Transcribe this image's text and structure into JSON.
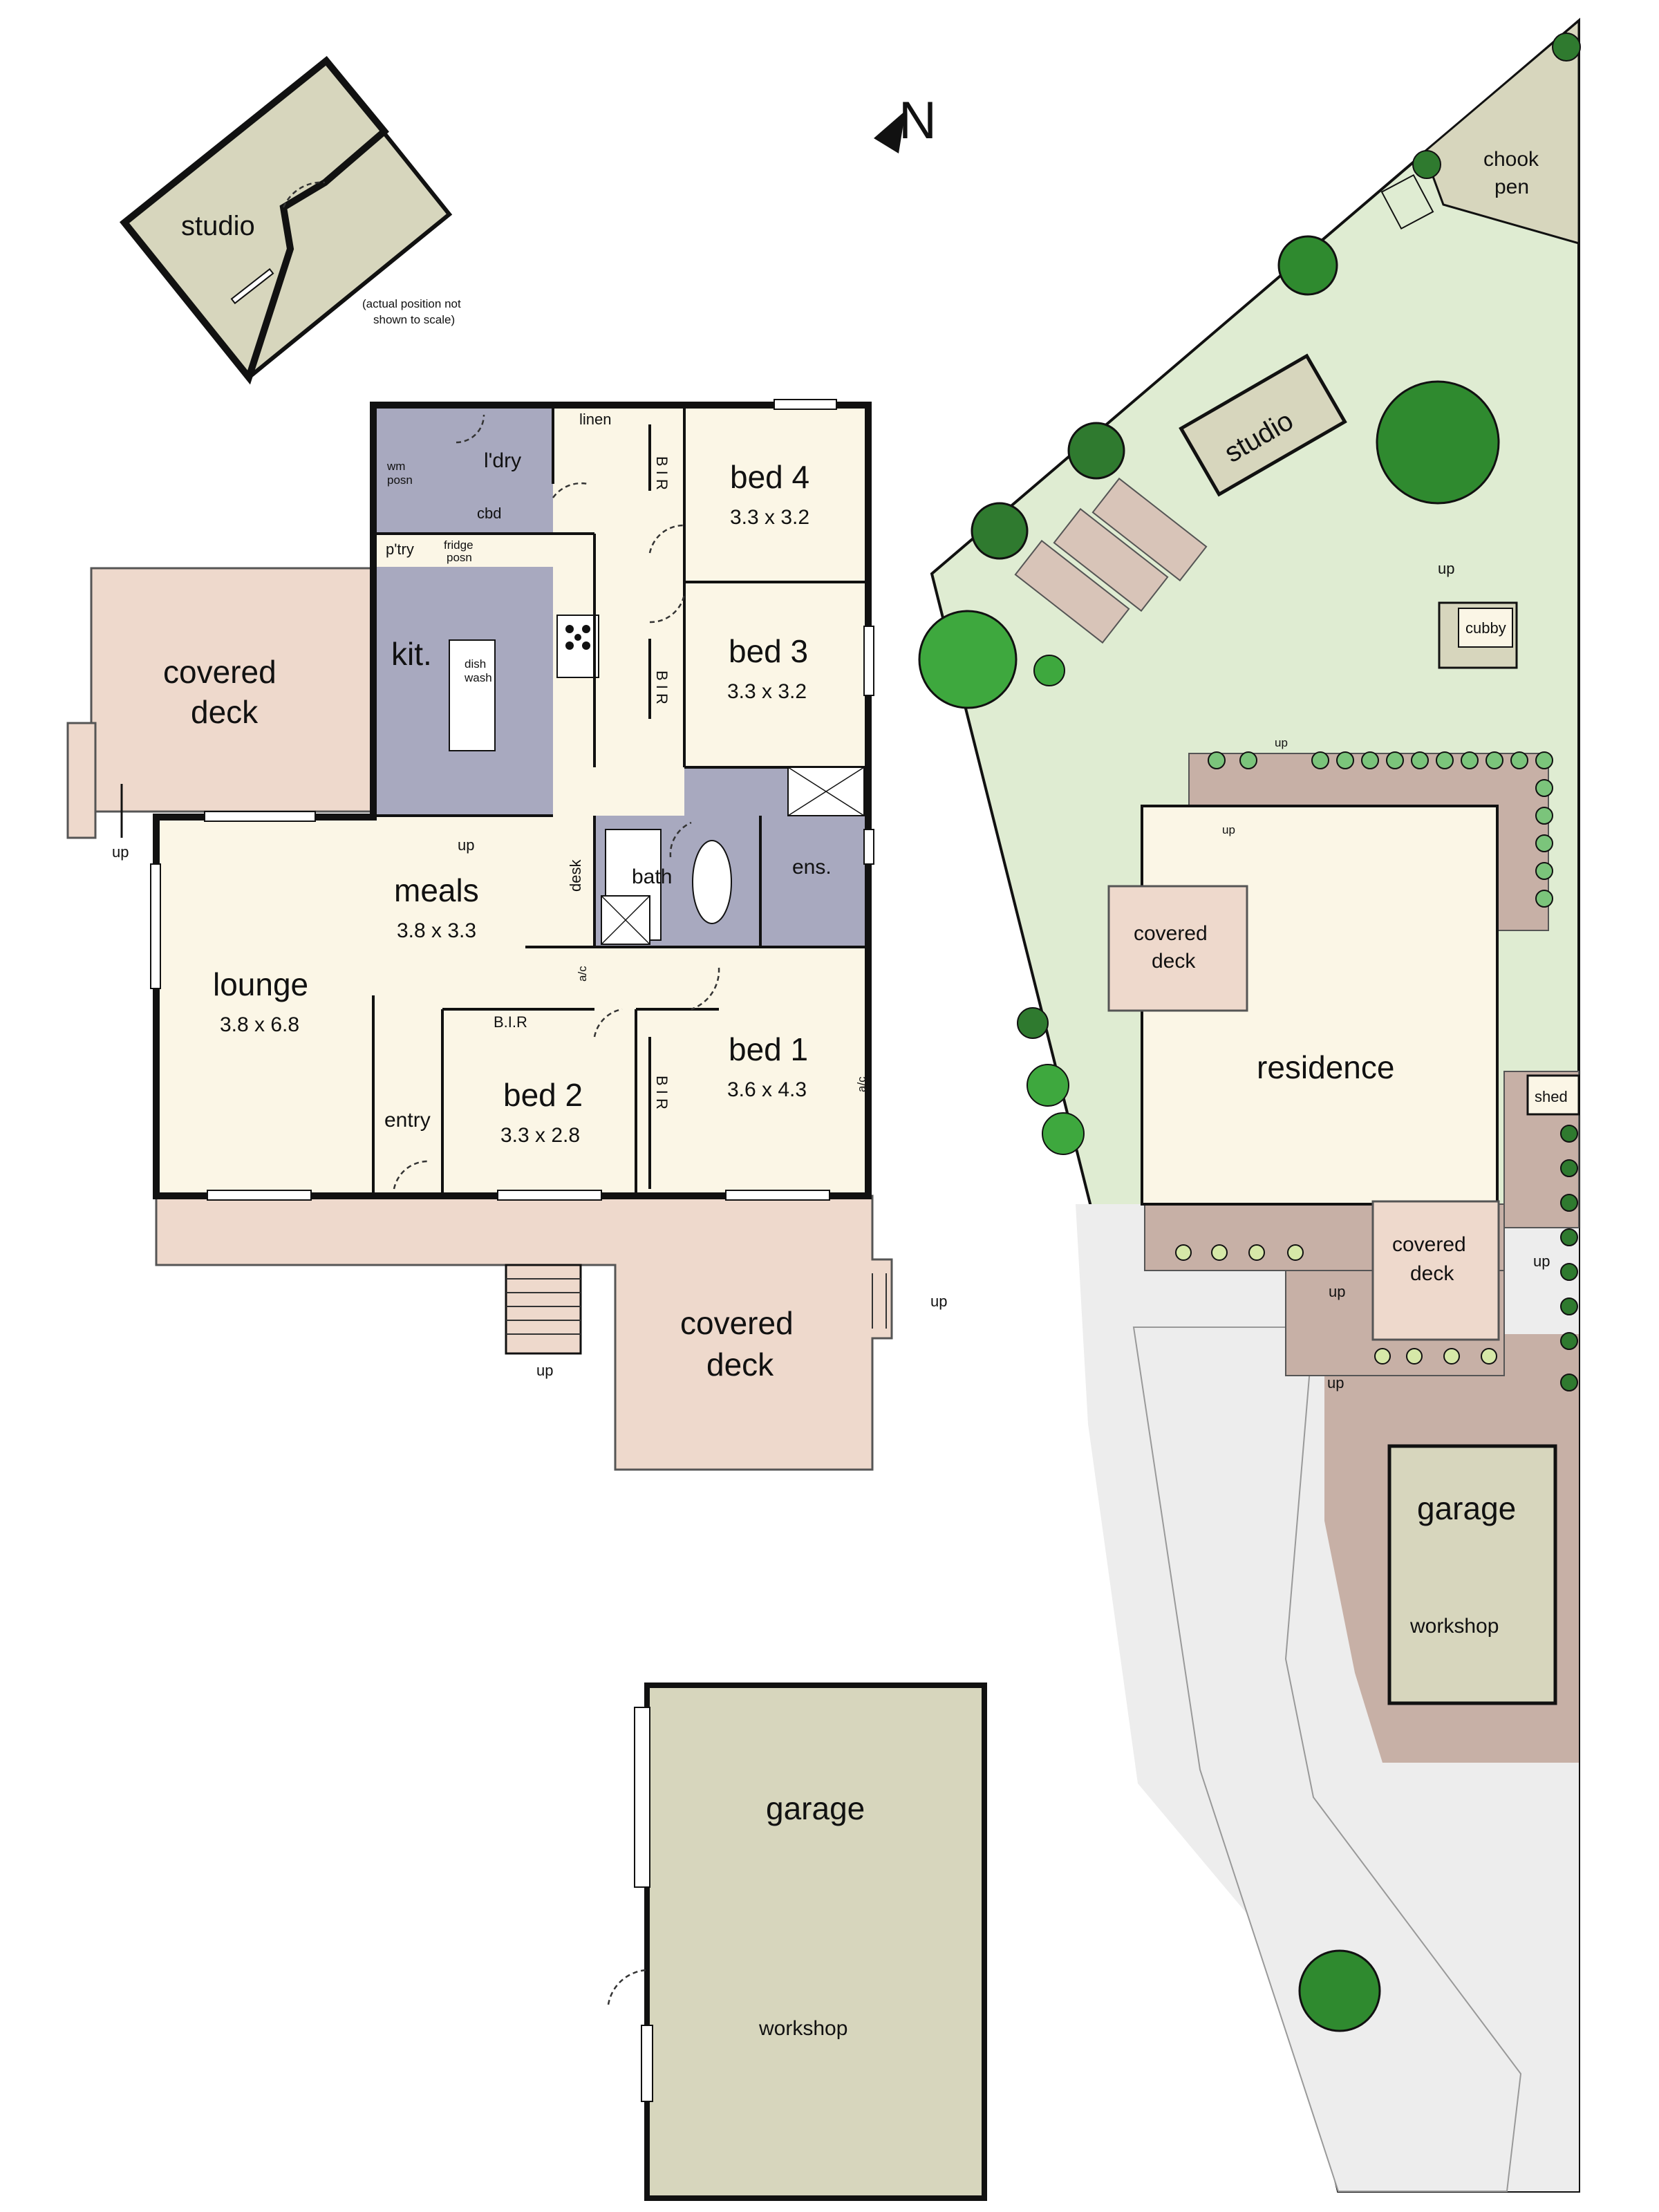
{
  "compass": {
    "label": "N"
  },
  "colors": {
    "room": "#fbf6e6",
    "wet": "#a8a9bf",
    "deck": "#eed9cc",
    "outbuilding": "#d7d6bd",
    "lawn": "#dfecd2",
    "paving": "#c7b0a6",
    "driveway": "#ededed",
    "tree": "#2f8a2f"
  },
  "floor_plan": {
    "rooms": {
      "studio_out": {
        "name": "studio",
        "note_line1": "(actual position not",
        "note_line2": "shown to scale)"
      },
      "covered_deck_west": {
        "name_line1": "covered",
        "name_line2": "deck",
        "up": "up"
      },
      "laundry": {
        "name": "l'dry",
        "linen": "linen",
        "cbd": "cbd",
        "wm": "wm",
        "posn": "posn"
      },
      "pantry": {
        "name": "p'try",
        "fridge_line1": "fridge",
        "fridge_line2": "posn"
      },
      "kitchen": {
        "name": "kit.",
        "dish_line1": "dish",
        "dish_line2": "wash",
        "up": "up"
      },
      "bed4": {
        "name": "bed 4",
        "dims": "3.3 x 3.2",
        "bir": "B I R"
      },
      "bed3": {
        "name": "bed 3",
        "dims": "3.3 x 3.2",
        "bir": "B I R"
      },
      "meals": {
        "name": "meals",
        "dims": "3.8 x 3.3",
        "desk": "desk"
      },
      "bath": {
        "name": "bath"
      },
      "ensuite": {
        "name": "ens."
      },
      "lounge": {
        "name": "lounge",
        "dims": "3.8 x 6.8"
      },
      "bed2": {
        "name": "bed 2",
        "dims": "3.3 x 2.8",
        "bir": "B.I.R"
      },
      "bed1": {
        "name": "bed 1",
        "dims": "3.6 x 4.3",
        "bir": "B I R"
      },
      "entry": {
        "name": "entry"
      },
      "ac": "a/c",
      "covered_deck_south": {
        "name_line1": "covered",
        "name_line2": "deck",
        "up": "up"
      }
    },
    "garage": {
      "name": "garage",
      "sub": "workshop"
    }
  },
  "site_plan": {
    "chook_pen_line1": "chook",
    "chook_pen_line2": "pen",
    "studio": "studio",
    "cubby": "cubby",
    "up": "up",
    "covered_deck_line1": "covered",
    "covered_deck_line2": "deck",
    "residence": "residence",
    "shed": "shed",
    "garage": "garage",
    "workshop": "workshop"
  }
}
